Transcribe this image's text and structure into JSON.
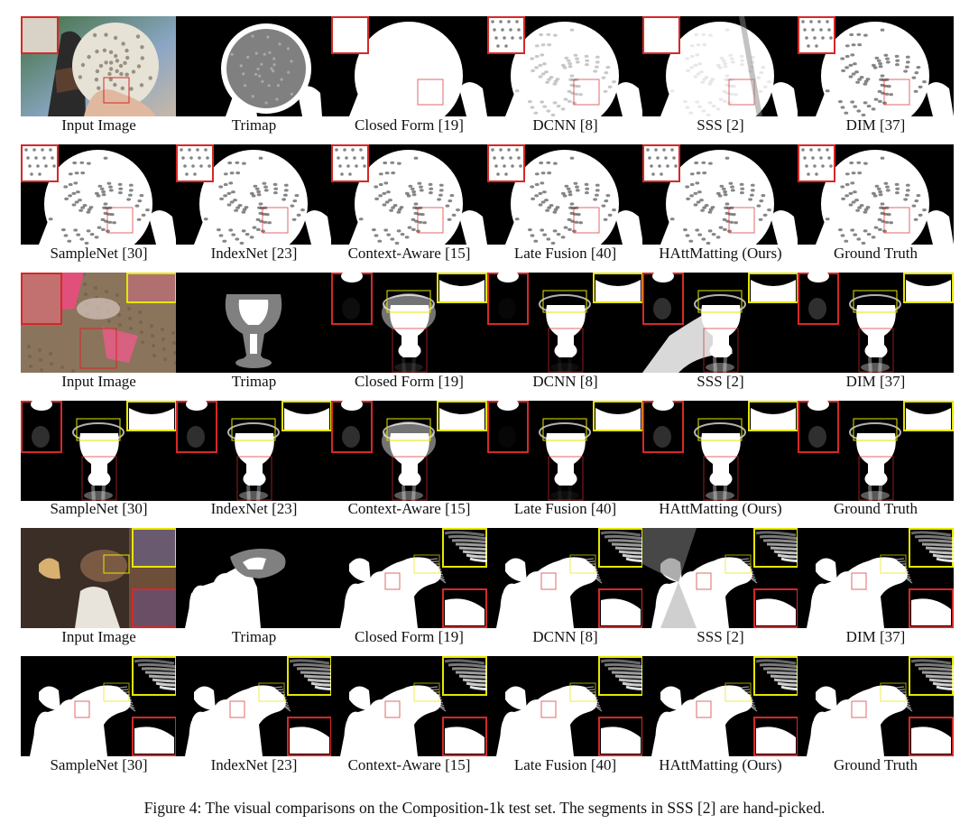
{
  "figure": {
    "rows": [
      {
        "captions": [
          "Input Image",
          "Trimap",
          "Closed Form [19]",
          "DCNN [8]",
          "SSS [2]",
          "DIM [37]"
        ]
      },
      {
        "captions": [
          "SampleNet [30]",
          "IndexNet [23]",
          "Context-Aware [15]",
          "Late Fusion [40]",
          "HAttMatting (Ours)",
          "Ground Truth"
        ]
      },
      {
        "captions": [
          "Input Image",
          "Trimap",
          "Closed Form [19]",
          "DCNN [8]",
          "SSS [2]",
          "DIM [37]"
        ]
      },
      {
        "captions": [
          "SampleNet [30]",
          "IndexNet [23]",
          "Context-Aware [15]",
          "Late Fusion [40]",
          "HAttMatting (Ours)",
          "Ground Truth"
        ]
      },
      {
        "captions": [
          "Input Image",
          "Trimap",
          "Closed Form [19]",
          "DCNN [8]",
          "SSS [2]",
          "DIM [37]"
        ]
      },
      {
        "captions": [
          "SampleNet [30]",
          "IndexNet [23]",
          "Context-Aware [15]",
          "Late Fusion [40]",
          "HAttMatting (Ours)",
          "Ground Truth"
        ]
      }
    ],
    "caption": "Figure 4: The visual comparisons on the Composition-1k test set. The segments in SSS [2] are hand-picked."
  },
  "colors": {
    "highlight_red": "#d62828",
    "highlight_yellow": "#e6e600",
    "matte_background": "#000000",
    "foreground": "#ffffff",
    "trimap_unknown": "#808080"
  }
}
